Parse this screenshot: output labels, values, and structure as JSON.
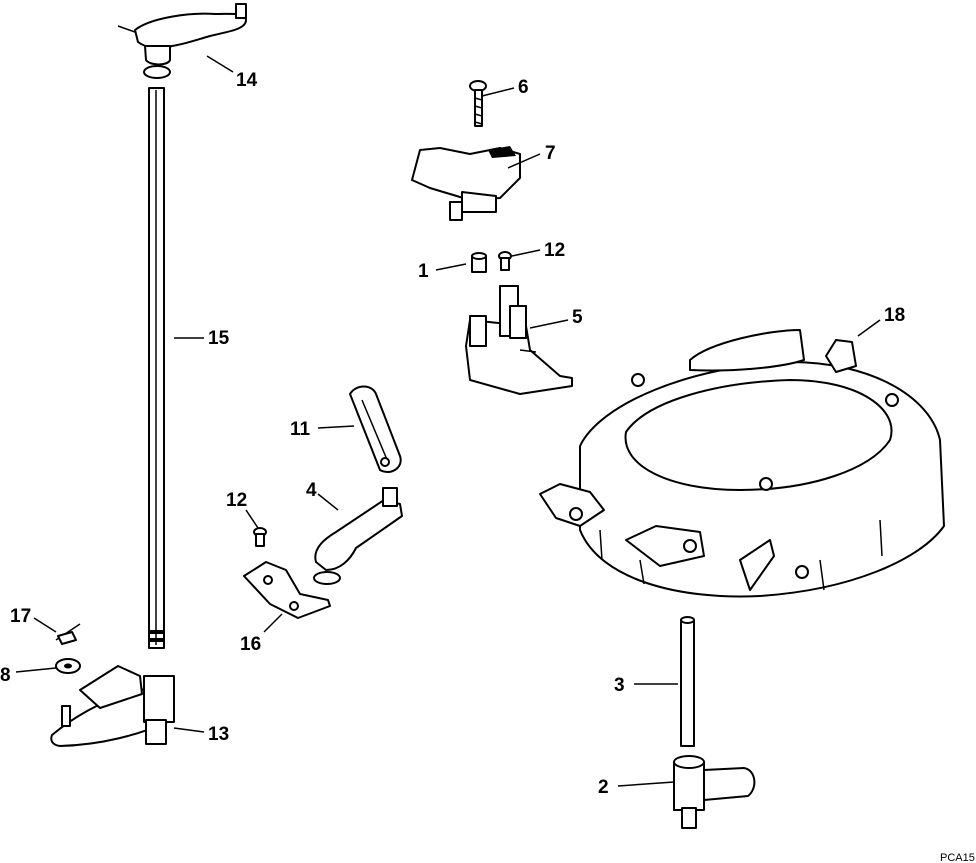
{
  "callouts": {
    "c1": "1",
    "c2": "2",
    "c3": "3",
    "c4": "4",
    "c5": "5",
    "c6": "6",
    "c7": "7",
    "c8": "8",
    "c11": "11",
    "c12a": "12",
    "c12b": "12",
    "c13": "13",
    "c14": "14",
    "c15": "15",
    "c16": "16",
    "c17": "17",
    "c18": "18"
  },
  "figure_code": "PCA15"
}
